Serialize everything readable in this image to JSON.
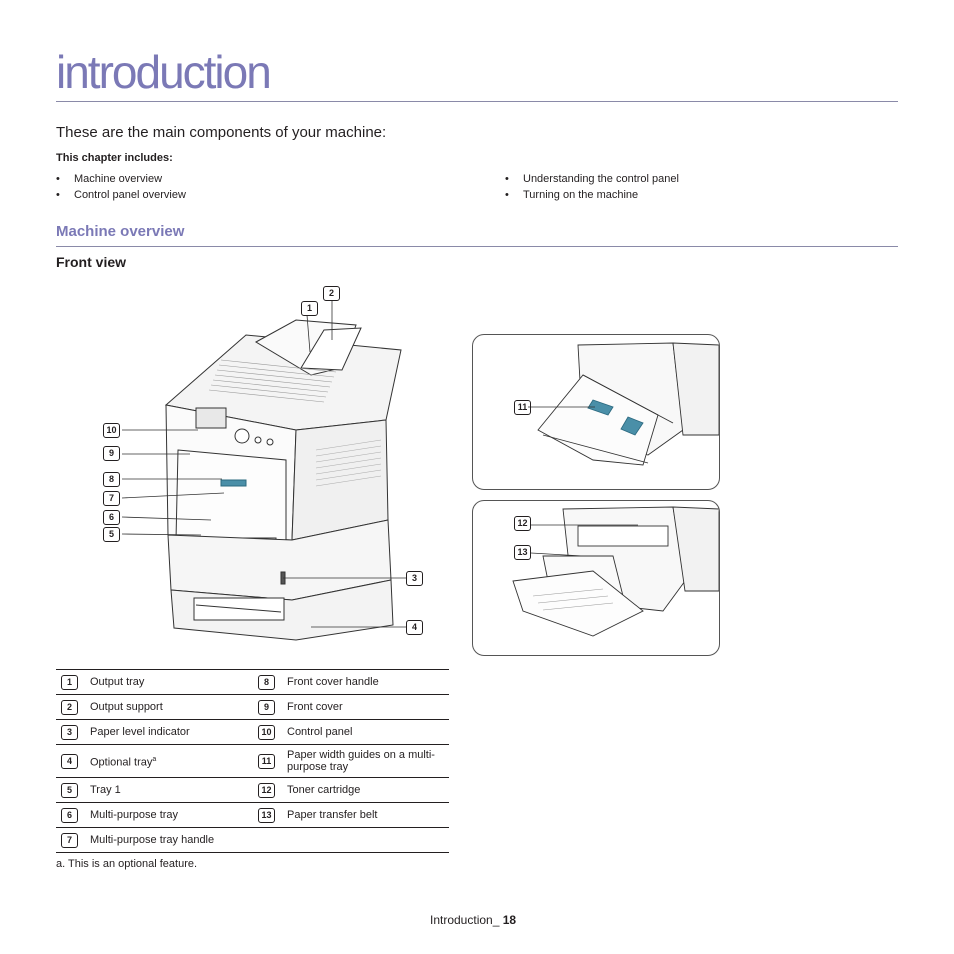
{
  "page": {
    "title": "introduction",
    "intro": "These are the main components of your machine:",
    "chapter_includes_label": "This chapter includes:",
    "bullets_left": [
      "Machine overview",
      "Control panel overview"
    ],
    "bullets_right": [
      "Understanding the control panel",
      "Turning on the machine"
    ],
    "section_title": "Machine overview",
    "subsection_title": "Front view"
  },
  "figure": {
    "callouts": [
      "1",
      "2",
      "3",
      "4",
      "5",
      "6",
      "7",
      "8",
      "9",
      "10",
      "11",
      "12",
      "13"
    ]
  },
  "parts_table": {
    "rows": [
      {
        "n1": "1",
        "l1": "Output tray",
        "n2": "8",
        "l2": "Front cover handle"
      },
      {
        "n1": "2",
        "l1": "Output support",
        "n2": "9",
        "l2": "Front cover"
      },
      {
        "n1": "3",
        "l1": "Paper level indicator",
        "n2": "10",
        "l2": "Control panel"
      },
      {
        "n1": "4",
        "l1": "Optional tray",
        "sup1": "a",
        "n2": "11",
        "l2": "Paper width guides on a multi-purpose tray"
      },
      {
        "n1": "5",
        "l1": "Tray 1",
        "n2": "12",
        "l2": "Toner cartridge"
      },
      {
        "n1": "6",
        "l1": "Multi-purpose tray",
        "n2": "13",
        "l2": "Paper transfer belt"
      },
      {
        "n1": "7",
        "l1": "Multi-purpose tray handle",
        "n2": "",
        "l2": ""
      }
    ]
  },
  "footnote": "a. This is an optional feature.",
  "footer": {
    "label": "Introduction_",
    "page_number": "18"
  },
  "colors": {
    "accent": "#7b79b6",
    "text": "#231f20",
    "highlight": "#4a8fa8"
  }
}
